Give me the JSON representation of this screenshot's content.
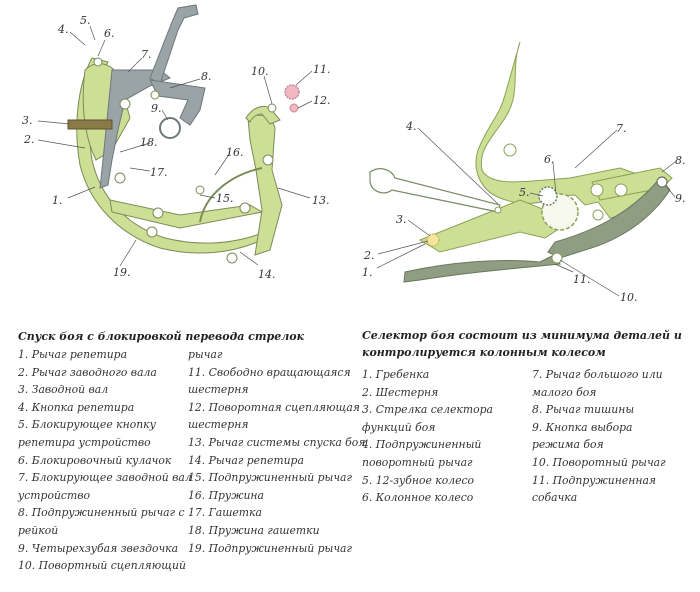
{
  "left": {
    "callouts": [
      "1.",
      "2.",
      "3.",
      "4.",
      "5.",
      "6.",
      "7.",
      "8.",
      "9.",
      "10.",
      "11.",
      "12.",
      "13.",
      "14.",
      "15.",
      "16.",
      "17.",
      "18.",
      "19."
    ],
    "caption": "Спуск боя с блокировкой перевода стрелок",
    "col1": [
      "1. Рычаг репетира",
      "2. Рычаг заводного вала",
      "3. Заводной вал",
      "4. Кнопка репетира",
      "5. Блокирующее кнопку",
      "репетира устройство",
      "6. Блокировочный кулачок",
      "7. Блокирующее заводной вал",
      "устройство",
      "8. Подпружиненный рычаг с",
      "рейкой",
      "9. Четырехзубая звездочка",
      "10. Повортный сцепляющий"
    ],
    "col2": [
      "рычаг",
      "11. Свободно вращающаяся",
      "шестерня",
      "12. Поворотная сцепляющая",
      "шестерня",
      "13. Рычаг системы спуска боя",
      "14. Рычаг репетира",
      "15. Подпружиненный рычаг",
      "16. Пружина",
      "17. Гашетка",
      "18. Пружина гашетки",
      "19. Подпружиненный рычаг"
    ]
  },
  "right": {
    "callouts": [
      "1.",
      "2.",
      "3.",
      "4.",
      "5.",
      "6.",
      "7.",
      "8.",
      "9.",
      "10.",
      "11."
    ],
    "caption_line1": "Селектор боя состоит из минимума деталей и",
    "caption_line2": "контролируется колонным колесом",
    "col1": [
      "1. Гребенка",
      "2. Шестерня",
      "3. Стрелка селектора",
      "функций боя",
      "4. Подпружиненный",
      "поворотный рычаг",
      "5. 12-зубное колесо",
      "6. Колонное колесо"
    ],
    "col2": [
      "7. Рычаг большого или",
      "малого боя",
      "8. Рычаг тишины",
      "9. Кнопка выбора",
      "режима боя",
      "10. Поворотный рычаг",
      "11. Подпружиненная",
      "собачка"
    ]
  },
  "colors": {
    "green": "#cddf95",
    "green_dark": "#a9bf6a",
    "grey": "#9aa3a6",
    "grey_green": "#8f9d83",
    "outline": "#6e7a5a"
  }
}
